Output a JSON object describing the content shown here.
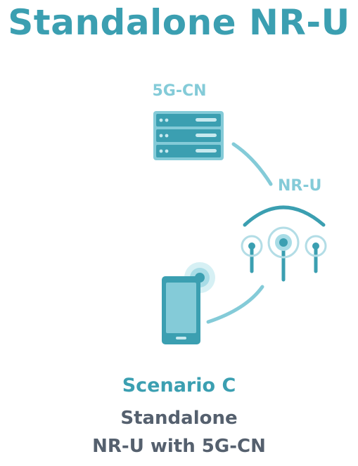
{
  "title": "Standalone NR-U",
  "diagram": {
    "core_label": "5G-CN",
    "link_label": "NR-U"
  },
  "caption": {
    "scenario": "Scenario C",
    "line1": "Standalone",
    "line2": "NR-U with 5G-CN"
  },
  "colors": {
    "primary": "#3b9fb1",
    "light": "#84cbd8",
    "text_dark": "#55606e"
  }
}
